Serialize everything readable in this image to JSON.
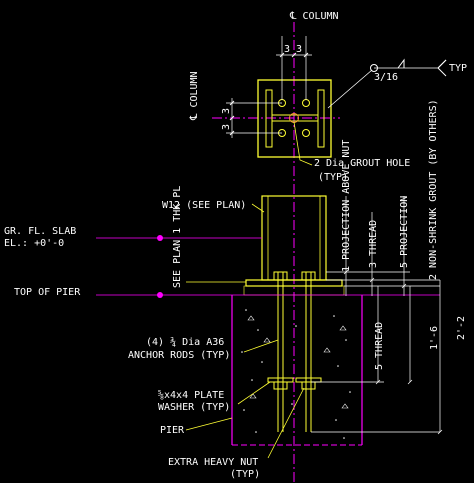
{
  "drawing": {
    "colors": {
      "background": "#000000",
      "column_line": "#ff00ff",
      "section": "#ff00ff",
      "member": "#ffff33",
      "dimension": "#ffffff",
      "label": "#33ff33",
      "leader": "#ffff33",
      "level_marker": "#ff00ff"
    },
    "labels": {
      "column_top": "℄ COLUMN",
      "column_side": "℄ COLUMN",
      "dim_3a": "3",
      "dim_3b": "3",
      "dim_3c": "3",
      "dim_3d": "3",
      "weld_symbol": "3/16",
      "typ": "TYP",
      "grout_hole": "2 Dia GROUT HOLE",
      "grout_hole_typ": "(TYP)",
      "w12": "W12 (SEE PLAN)",
      "gr_fl_slab": "GR. FL. SLAB",
      "el": "EL.: +0'-0",
      "see_plan_pl": "SEE PLAN 1 THK PL",
      "top_of_pier": "TOP OF PIER",
      "proj_above_nut": "1 PROJECTION ABOVE NUT",
      "thread_top": "3 THREAD",
      "projection": "5 PROJECTION",
      "non_shrink": "2 NON-SHRINK GROUT (BY OTHERS)",
      "anchor_rods_1": "(4) ¾ Dia A36",
      "anchor_rods_2": "ANCHOR RODS (TYP)",
      "thread_bottom": "5 THREAD",
      "dim_1_6": "1'-6",
      "dim_2_2": "2'-2",
      "plate_washer_1": "⅝x4x4 PLATE",
      "plate_washer_2": "WASHER (TYP)",
      "pier": "PIER",
      "heavy_nut_1": "EXTRA HEAVY NUT",
      "heavy_nut_2": "(TYP)"
    }
  }
}
